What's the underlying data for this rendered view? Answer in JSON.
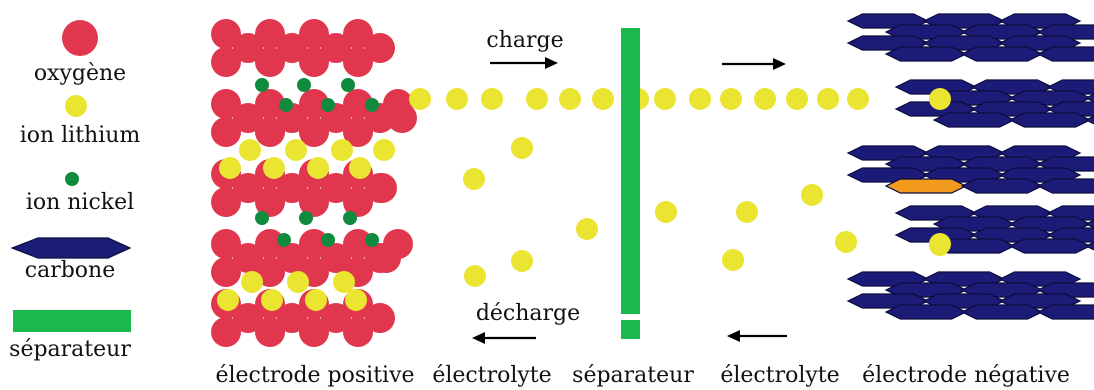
{
  "colors": {
    "oxygen": "#e0374f",
    "lithium": "#e9e530",
    "nickel": "#108b3d",
    "carbon_fill": "#1c1c78",
    "carbon_stroke": "#0c0c40",
    "carbon_highlight": "#f19a1e",
    "separator": "#1ab94d"
  },
  "legend": {
    "oxygen": "oxygène",
    "lithium": "ion lithium",
    "nickel": "ion nickel",
    "carbon": "carbone",
    "separator": "séparateur"
  },
  "arrows": {
    "charge": "charge",
    "decharge": "décharge"
  },
  "regions": {
    "positive_electrode": "électrode positive",
    "electrolyte_left": "électrolyte",
    "separator": "séparateur",
    "electrolyte_right": "électrolyte",
    "negative_electrode": "électrode négative"
  }
}
